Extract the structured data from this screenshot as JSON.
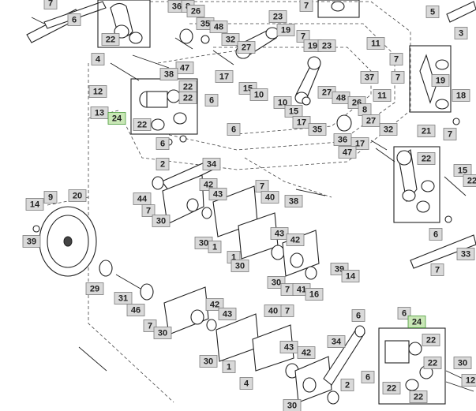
{
  "diagram": {
    "style": {
      "callout_fill": "#d9d9d9",
      "callout_stroke": "#7a7a7a",
      "highlight_fill": "#c9e7b6",
      "highlight_stroke": "#4a9a3a",
      "line_color": "#222222"
    },
    "callouts": [
      {
        "label": "7"
      },
      {
        "label": "36"
      },
      {
        "label": "8"
      },
      {
        "label": "26"
      },
      {
        "label": "6"
      },
      {
        "label": "35"
      },
      {
        "label": "48"
      },
      {
        "label": "22"
      },
      {
        "label": "32"
      },
      {
        "label": "27"
      },
      {
        "label": "23"
      },
      {
        "label": "7"
      },
      {
        "label": "19"
      },
      {
        "label": "7"
      },
      {
        "label": "19"
      },
      {
        "label": "23"
      },
      {
        "label": "5"
      },
      {
        "label": "3"
      },
      {
        "label": "11"
      },
      {
        "label": "7"
      },
      {
        "label": "4"
      },
      {
        "label": "47"
      },
      {
        "label": "38"
      },
      {
        "label": "17"
      },
      {
        "label": "37"
      },
      {
        "label": "7"
      },
      {
        "label": "19"
      },
      {
        "label": "12"
      },
      {
        "label": "22"
      },
      {
        "label": "22"
      },
      {
        "label": "6"
      },
      {
        "label": "15"
      },
      {
        "label": "10"
      },
      {
        "label": "27"
      },
      {
        "label": "48"
      },
      {
        "label": "11"
      },
      {
        "label": "18"
      },
      {
        "label": "13"
      },
      {
        "label": "24",
        "highlight": true
      },
      {
        "label": "10"
      },
      {
        "label": "26"
      },
      {
        "label": "15"
      },
      {
        "label": "8"
      },
      {
        "label": "22"
      },
      {
        "label": "17"
      },
      {
        "label": "27"
      },
      {
        "label": "6"
      },
      {
        "label": "35"
      },
      {
        "label": "32"
      },
      {
        "label": "6"
      },
      {
        "label": "36"
      },
      {
        "label": "17"
      },
      {
        "label": "21"
      },
      {
        "label": "7"
      },
      {
        "label": "47"
      },
      {
        "label": "2"
      },
      {
        "label": "34"
      },
      {
        "label": "22"
      },
      {
        "label": "15"
      },
      {
        "label": "42"
      },
      {
        "label": "7"
      },
      {
        "label": "43"
      },
      {
        "label": "40"
      },
      {
        "label": "20"
      },
      {
        "label": "9"
      },
      {
        "label": "44"
      },
      {
        "label": "22"
      },
      {
        "label": "14"
      },
      {
        "label": "7"
      },
      {
        "label": "38"
      },
      {
        "label": "30"
      },
      {
        "label": "6"
      },
      {
        "label": "43"
      },
      {
        "label": "39"
      },
      {
        "label": "42"
      },
      {
        "label": "33"
      },
      {
        "label": "30"
      },
      {
        "label": "1"
      },
      {
        "label": "7"
      },
      {
        "label": "1"
      },
      {
        "label": "30"
      },
      {
        "label": "39"
      },
      {
        "label": "14"
      },
      {
        "label": "30"
      },
      {
        "label": "29"
      },
      {
        "label": "7"
      },
      {
        "label": "41"
      },
      {
        "label": "16"
      },
      {
        "label": "31"
      },
      {
        "label": "46"
      },
      {
        "label": "42"
      },
      {
        "label": "40"
      },
      {
        "label": "7"
      },
      {
        "label": "43"
      },
      {
        "label": "6"
      },
      {
        "label": "6"
      },
      {
        "label": "24",
        "highlight": true
      },
      {
        "label": "7"
      },
      {
        "label": "30"
      },
      {
        "label": "34"
      },
      {
        "label": "22"
      },
      {
        "label": "43"
      },
      {
        "label": "42"
      },
      {
        "label": "30"
      },
      {
        "label": "1"
      },
      {
        "label": "22"
      },
      {
        "label": "4"
      },
      {
        "label": "30"
      },
      {
        "label": "6"
      },
      {
        "label": "22"
      },
      {
        "label": "12"
      },
      {
        "label": "2"
      },
      {
        "label": "22"
      },
      {
        "label": "30"
      }
    ]
  }
}
